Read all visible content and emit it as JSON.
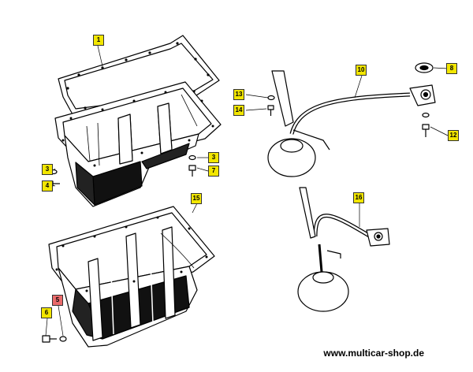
{
  "callouts": {
    "c1": "1",
    "c3a": "3",
    "c3b": "3",
    "c4": "4",
    "c7": "7",
    "c8": "8",
    "c10": "10",
    "c12": "12",
    "c13": "13",
    "c14": "14",
    "c15": "15",
    "c16": "16",
    "c5": "5",
    "c6": "6"
  },
  "colors": {
    "callout_fill": "#f2e600",
    "callout_highlight": "#e96a6a",
    "line": "#000000"
  },
  "watermark": "www.multicar-shop.de"
}
